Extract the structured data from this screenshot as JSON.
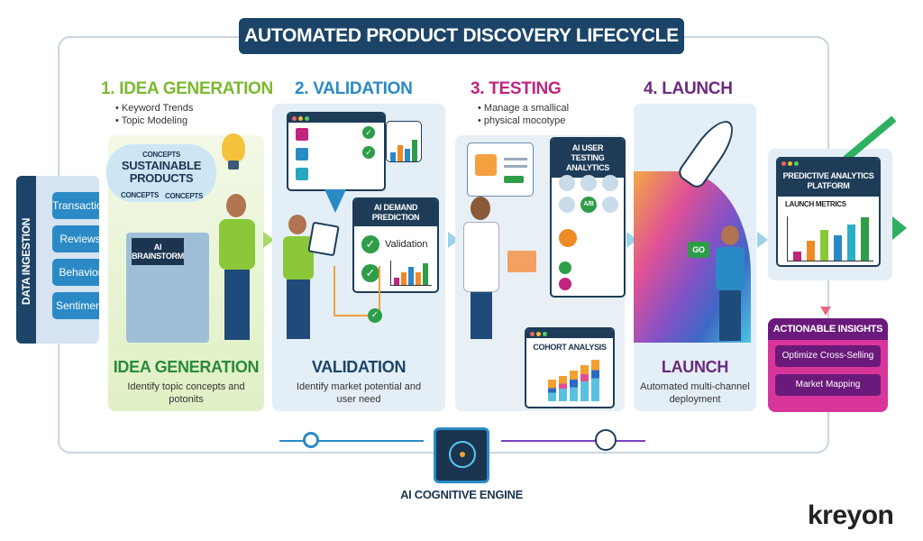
{
  "title": "AUTOMATED PRODUCT DISCOVERY LIFECYCLE",
  "colors": {
    "navy": "#1b4468",
    "green": "#7cb82f",
    "blue": "#2a8ac6",
    "magenta": "#c0247e",
    "purple": "#6a2a7e",
    "dark_green": "#2a8a3a"
  },
  "data_ingestion": {
    "label": "DATA INGESTION",
    "items": [
      "Transactions",
      "Reviews",
      "Behavior",
      "Sentiment"
    ]
  },
  "stages": [
    {
      "heading": "1. IDEA GENERATION",
      "bullets": [
        "• Keyword Trends",
        "• Topic Modeling"
      ],
      "cloud": {
        "top": "CONCEPTS",
        "main": "SUSTAINABLE PRODUCTS",
        "left": "CONCEPTS",
        "right": "CONCEPTS"
      },
      "kiosk_label": "AI BRAINSTORM",
      "footer_title": "IDEA GENERATION",
      "footer_desc": "Identify topic concepts and potonits"
    },
    {
      "heading": "2. VALIDATION",
      "card_title": "AI DEMAND PREDICTION",
      "card_item": "Validation",
      "footer_title": "VALIDATION",
      "footer_desc": "Identify market potential and user need"
    },
    {
      "heading": "3. TESTING",
      "bullets": [
        "• Manage a smallical",
        "• physical mocotype"
      ],
      "analytics_title": "AI USER TESTING ANALYTICS",
      "ab_label": "A/B",
      "cohort_title": "COHORT ANALYSIS"
    },
    {
      "heading": "4. LAUNCH",
      "go_label": "GO",
      "footer_title": "LAUNCH",
      "footer_desc": "Automated multi-channel deployment"
    }
  ],
  "platform": {
    "title": "PREDICTIVE ANALYTICS PLATFORM",
    "chart_title": "LAUNCH METRICS"
  },
  "insights": {
    "title": "ACTIONABLE INSIGHTS",
    "items": [
      "Optimize Cross-Selling",
      "Market Mapping"
    ]
  },
  "engine": {
    "label": "AI COGNITIVE ENGINE"
  },
  "brand": "kreyon"
}
